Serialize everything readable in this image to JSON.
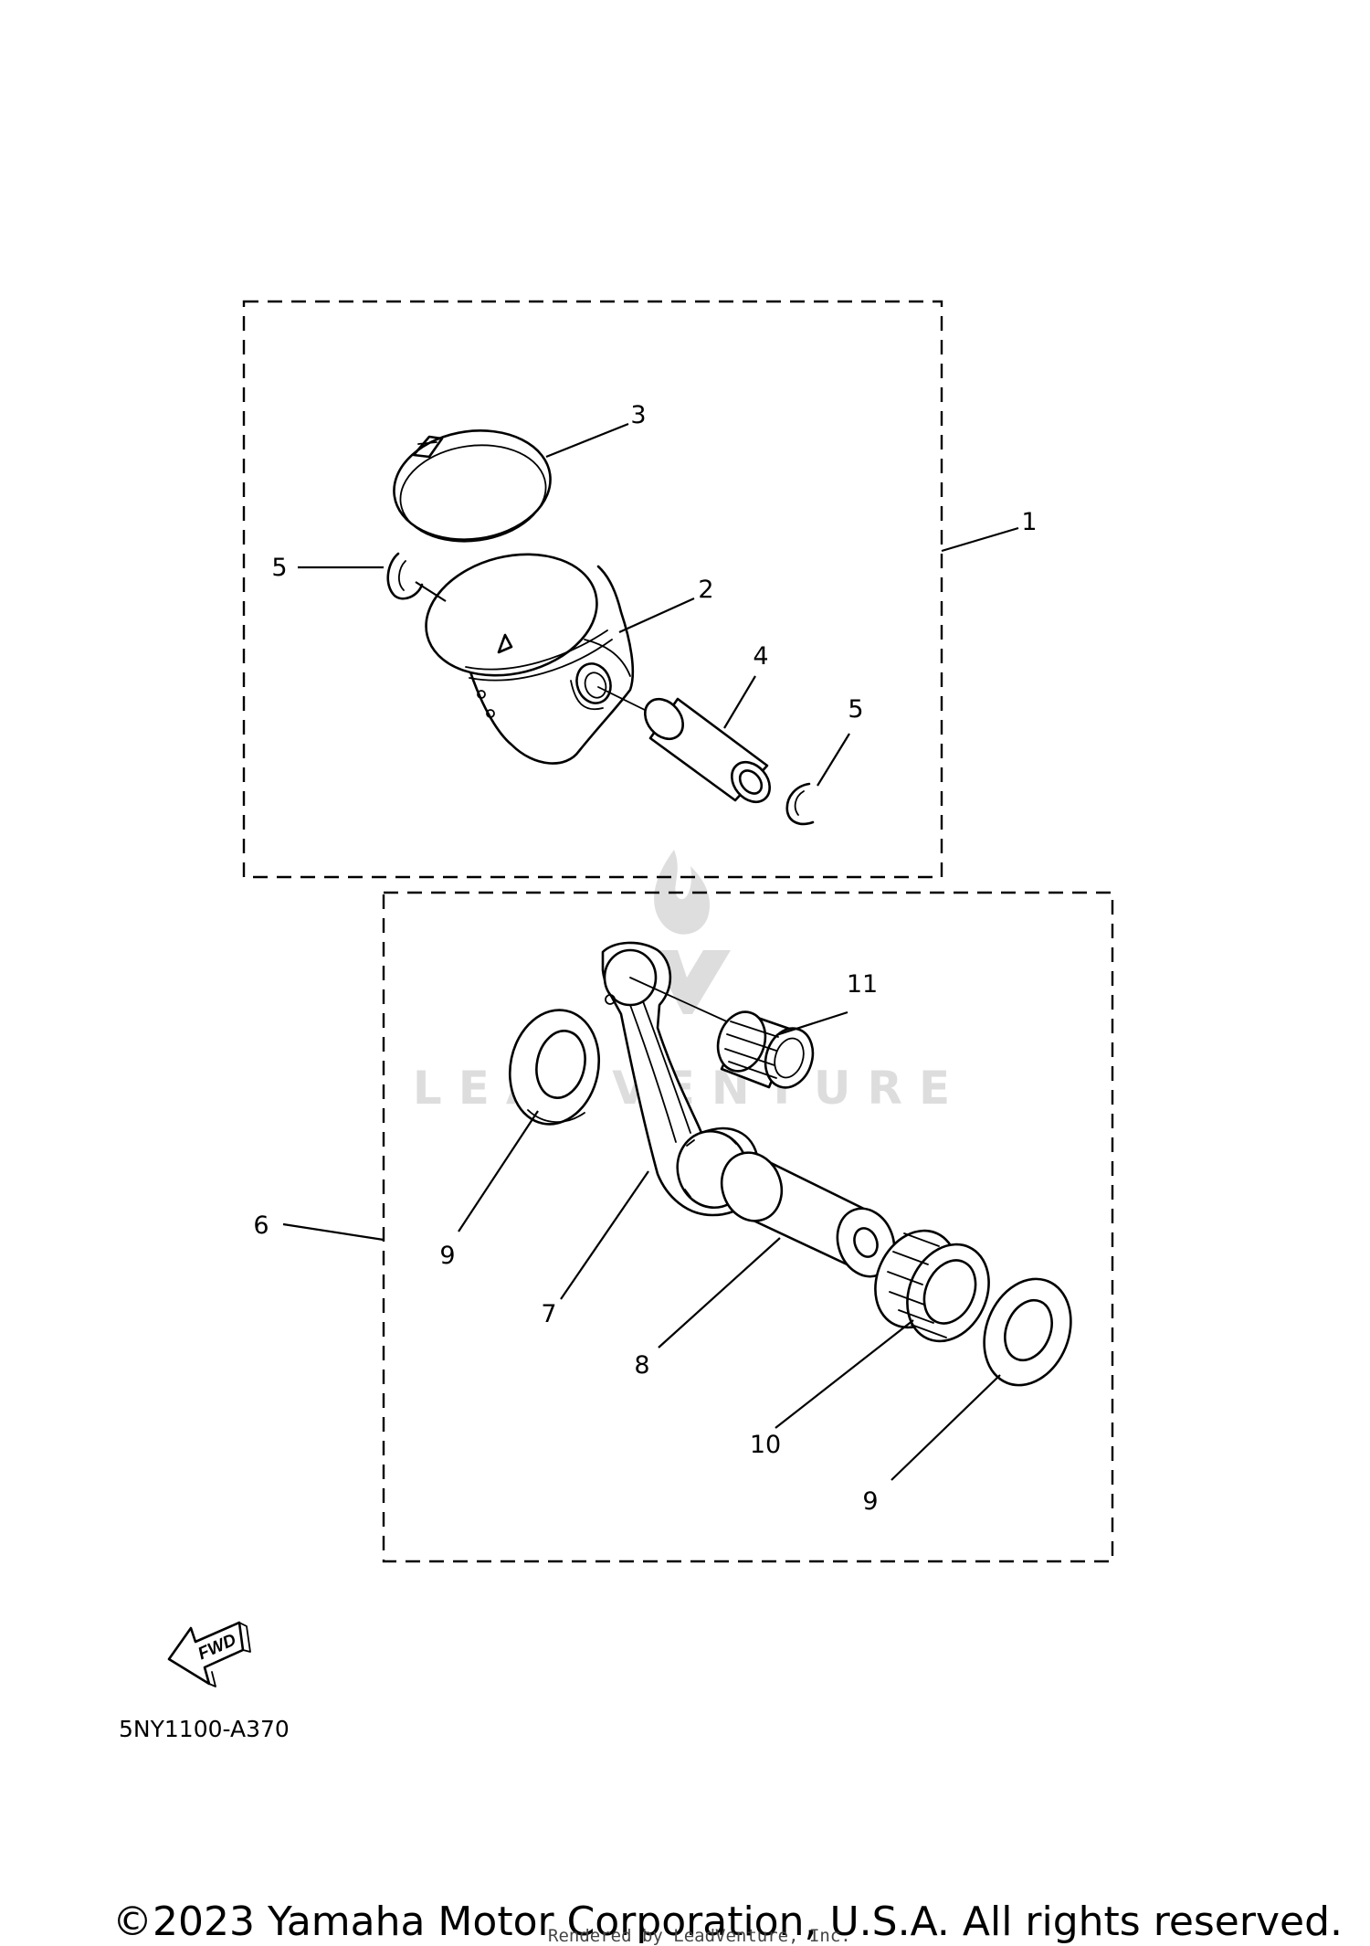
{
  "diagram": {
    "callouts": {
      "c1": "1",
      "c2": "2",
      "c3": "3",
      "c4": "4",
      "c5a": "5",
      "c5b": "5",
      "c6": "6",
      "c7": "7",
      "c8": "8",
      "c9a": "9",
      "c9b": "9",
      "c10": "10",
      "c11": "11"
    },
    "fwd_badge": "FWD",
    "code": "5NY1100-A370"
  },
  "watermark": {
    "text": "LEADVENTURE"
  },
  "footer": {
    "copyright": "©2023 Yamaha Motor Corporation, U.S.A. All rights reserved.",
    "rendered_by": "Rendered by LeadVenture, Inc."
  },
  "icons": [
    "fwd-arrow-icon",
    "leadventure-logo-icon"
  ]
}
